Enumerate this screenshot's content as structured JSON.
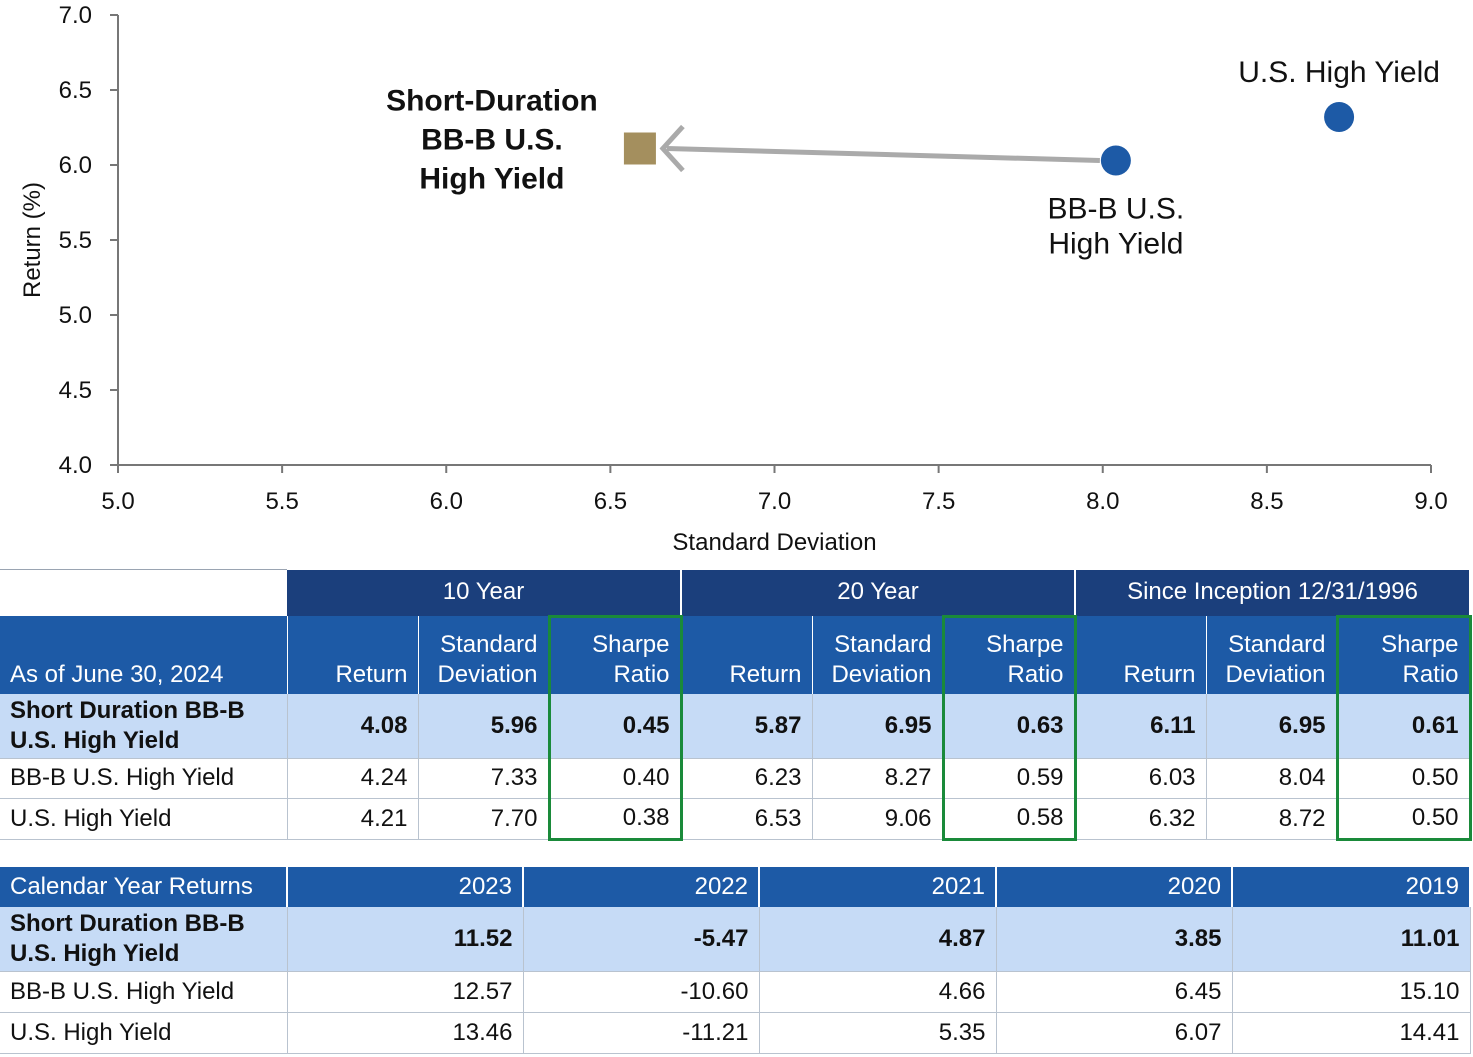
{
  "chart_data": {
    "type": "scatter",
    "xlabel": "Standard Deviation",
    "ylabel": "Return (%)",
    "xlim": [
      5.0,
      9.0
    ],
    "ylim": [
      4.0,
      7.0
    ],
    "xticks": [
      "5.0",
      "5.5",
      "6.0",
      "6.5",
      "7.0",
      "7.5",
      "8.0",
      "8.5",
      "9.0"
    ],
    "yticks": [
      "4.0",
      "4.5",
      "5.0",
      "5.5",
      "6.0",
      "6.5",
      "7.0"
    ],
    "grid": false,
    "points": [
      {
        "name_lines": [
          "Short-Duration",
          "BB-B U.S.",
          "High Yield"
        ],
        "x": 6.59,
        "y": 6.11,
        "marker": "square",
        "color": "#a48f5e"
      },
      {
        "name_lines": [
          "BB-B U.S.",
          "High Yield"
        ],
        "x": 8.04,
        "y": 6.03,
        "marker": "circle",
        "color": "#1d5aa6"
      },
      {
        "name_lines": [
          "U.S. High Yield"
        ],
        "x": 8.72,
        "y": 6.32,
        "marker": "circle",
        "color": "#1d5aa6"
      }
    ],
    "arrow": {
      "from": [
        8.04,
        6.03
      ],
      "to": [
        6.66,
        6.11
      ],
      "color": "#aaaaaa"
    }
  },
  "perf_table": {
    "groups": [
      "10 Year",
      "20 Year",
      "Since Inception 12/31/1996"
    ],
    "as_of": "As of June 30, 2024",
    "col_headers": [
      [
        "Return"
      ],
      [
        "Standard",
        "Deviation"
      ],
      [
        "Sharpe",
        "Ratio"
      ]
    ],
    "rows": [
      {
        "label_lines": [
          "Short Duration BB-B",
          "U.S. High Yield"
        ],
        "bold": true,
        "values": [
          "4.08",
          "5.96",
          "0.45",
          "5.87",
          "6.95",
          "0.63",
          "6.11",
          "6.95",
          "0.61"
        ]
      },
      {
        "label_lines": [
          "BB-B U.S. High Yield"
        ],
        "bold": false,
        "values": [
          "4.24",
          "7.33",
          "0.40",
          "6.23",
          "8.27",
          "0.59",
          "6.03",
          "8.04",
          "0.50"
        ]
      },
      {
        "label_lines": [
          "U.S. High Yield"
        ],
        "bold": false,
        "values": [
          "4.21",
          "7.70",
          "0.38",
          "6.53",
          "9.06",
          "0.58",
          "6.32",
          "8.72",
          "0.50"
        ]
      }
    ]
  },
  "cal_table": {
    "title": "Calendar Year Returns",
    "years": [
      "2023",
      "2022",
      "2021",
      "2020",
      "2019"
    ],
    "rows": [
      {
        "label_lines": [
          "Short Duration BB-B",
          "U.S. High Yield"
        ],
        "bold": true,
        "values": [
          "11.52",
          "-5.47",
          "4.87",
          "3.85",
          "11.01"
        ]
      },
      {
        "label_lines": [
          "BB-B U.S. High Yield"
        ],
        "bold": false,
        "values": [
          "12.57",
          "-10.60",
          "4.66",
          "6.45",
          "15.10"
        ]
      },
      {
        "label_lines": [
          "U.S. High Yield"
        ],
        "bold": false,
        "values": [
          "13.46",
          "-11.21",
          "5.35",
          "6.07",
          "14.41"
        ]
      }
    ]
  },
  "colors": {
    "sharpe_highlight": "#1a8a3a",
    "header_dark": "#1b3f7c",
    "header_blue": "#1d5aa6",
    "row_highlight": "#c6dbf6"
  }
}
